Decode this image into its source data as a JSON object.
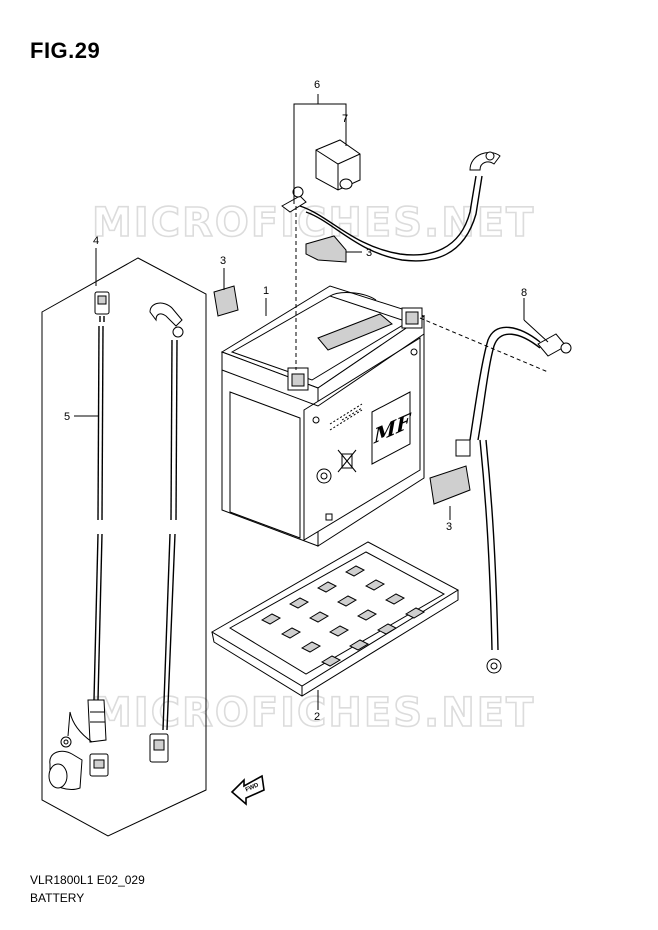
{
  "header": {
    "title": "FIG.29"
  },
  "footer": {
    "code": "VLR1800L1 E02_029",
    "name": "BATTERY"
  },
  "watermark": {
    "text": "MICROFICHES.NET"
  },
  "callouts": {
    "c1": "1",
    "c2": "2",
    "c3a": "3",
    "c3b": "3",
    "c3c": "3",
    "c4": "4",
    "c5": "5",
    "c6": "6",
    "c7": "7",
    "c8": "8"
  },
  "battery": {
    "logo": "MF"
  },
  "direction": {
    "label": "FWD"
  }
}
